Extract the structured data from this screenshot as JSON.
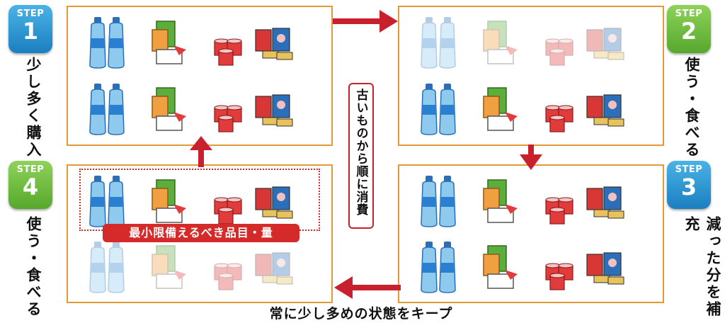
{
  "steps": [
    {
      "word": "STEP",
      "num": "1",
      "label": "少し多く購入",
      "color": "#2a93d3"
    },
    {
      "word": "STEP",
      "num": "2",
      "label": "使う・食べる",
      "color": "#6cbf3c"
    },
    {
      "word": "STEP",
      "num": "3",
      "label": "減った分を補充",
      "color": "#2a93d3"
    },
    {
      "word": "STEP",
      "num": "4",
      "label": "使う・食べる",
      "color": "#6cbf3c"
    }
  ],
  "center_label": "古いものから順に消費",
  "min_label": "最小限備えるべき品目・量",
  "bottom_caption": "常に少し多めの状態をキープ",
  "colors": {
    "arrow": "#c8202d",
    "panel_border": "#e59a38"
  }
}
